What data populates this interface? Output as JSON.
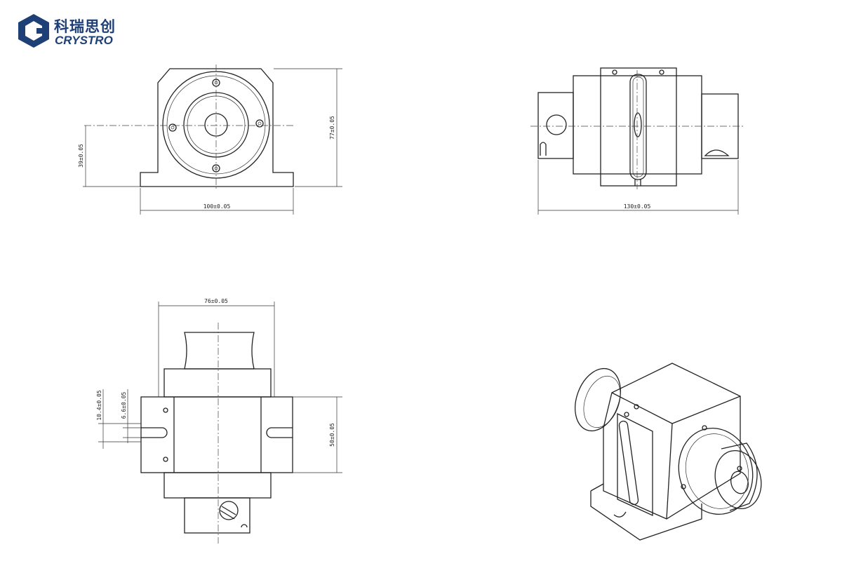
{
  "brand": {
    "name_cn": "科瑞思创",
    "name_en": "CRYSTRO",
    "colors": {
      "primary": "#1f3f77",
      "accent": "#d32f2f"
    }
  },
  "dimensions": {
    "front_height": "77±0.05",
    "front_axis_height": "39±0.05",
    "front_width": "100±0.05",
    "side_length": "130±0.05",
    "top_width": "76±0.05",
    "slot_outer": "10.4±0.05",
    "slot_inner": "6.6±0.05",
    "top_depth": "50±0.05"
  }
}
